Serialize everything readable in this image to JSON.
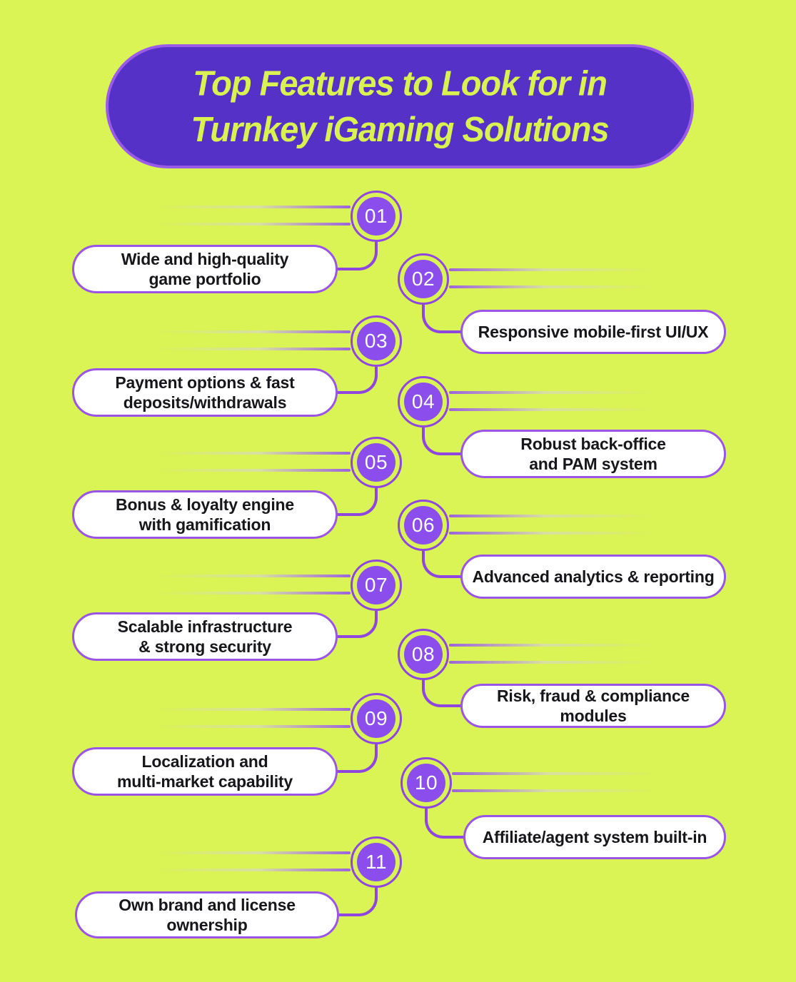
{
  "title_panel": {
    "title": "Top Features to Look for in\nTurnkey iGaming Solutions"
  },
  "colors": {
    "background": "#daf355",
    "panel_fill": "#5531c7",
    "panel_border": "#9a5ce8",
    "panel_text": "#d9f252",
    "accent_purple": "#8e46df",
    "circle_fill": "#8b4deb",
    "circle_number_text": "#ffffff",
    "box_fill": "#ffffff",
    "box_border": "#9a55e6",
    "label_text": "#16161b"
  },
  "items": [
    {
      "number": "01",
      "label": "Wide and high-quality\ngame portfolio",
      "side": "left"
    },
    {
      "number": "02",
      "label": "Responsive mobile-first UI/UX",
      "side": "right"
    },
    {
      "number": "03",
      "label": "Payment options & fast\ndeposits/withdrawals",
      "side": "left"
    },
    {
      "number": "04",
      "label": "Robust back-office\nand PAM system",
      "side": "right"
    },
    {
      "number": "05",
      "label": "Bonus & loyalty engine\nwith gamification",
      "side": "left"
    },
    {
      "number": "06",
      "label": "Advanced analytics & reporting",
      "side": "right"
    },
    {
      "number": "07",
      "label": "Scalable infrastructure\n& strong security",
      "side": "left"
    },
    {
      "number": "08",
      "label": "Risk, fraud & compliance modules",
      "side": "right"
    },
    {
      "number": "09",
      "label": "Localization and\nmulti-market capability",
      "side": "left"
    },
    {
      "number": "10",
      "label": "Affiliate/agent system built-in",
      "side": "right"
    },
    {
      "number": "11",
      "label": "Own brand and license ownership",
      "side": "left"
    }
  ]
}
